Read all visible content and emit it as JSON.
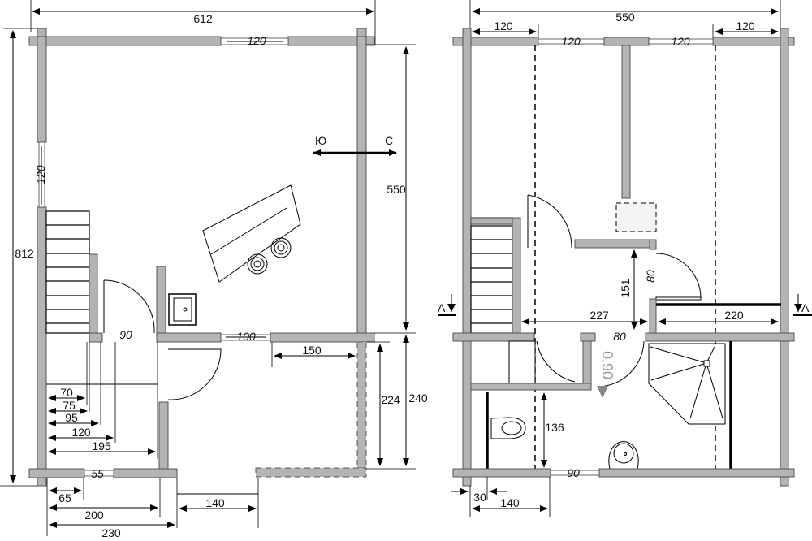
{
  "plan_left": {
    "title": "ground-floor-plan",
    "dims": {
      "total_width": "612",
      "total_height": "812",
      "right_upper": "550",
      "right_lower_outer": "240",
      "right_lower_inner": "224",
      "porch_width": "150",
      "porch_step": "140",
      "bottom_65": "65",
      "bottom_200": "200",
      "bottom_230": "230",
      "stair_70": "70",
      "stair_75": "75",
      "stair_95": "95",
      "stair_120": "120",
      "stair_195": "195"
    },
    "openings": {
      "top_window": "120",
      "left_window": "120",
      "door_90": "90",
      "window_100": "100",
      "bottom_window": "55"
    },
    "compass": {
      "south": "Ю",
      "north": "С"
    }
  },
  "plan_right": {
    "title": "upper-floor-plan",
    "dims": {
      "total_width": "550",
      "top_left": "120",
      "top_right": "120",
      "hall_height": "151",
      "hall_width": "227",
      "right_room": "220",
      "wc_height": "136",
      "bottom_30": "30",
      "bottom_140": "140"
    },
    "openings": {
      "window_left": "120",
      "window_right": "120",
      "door_80_right": "80",
      "door_80_bottom": "80",
      "bottom_window": "90"
    },
    "section_marker": "A",
    "level_mark": "0,90"
  }
}
